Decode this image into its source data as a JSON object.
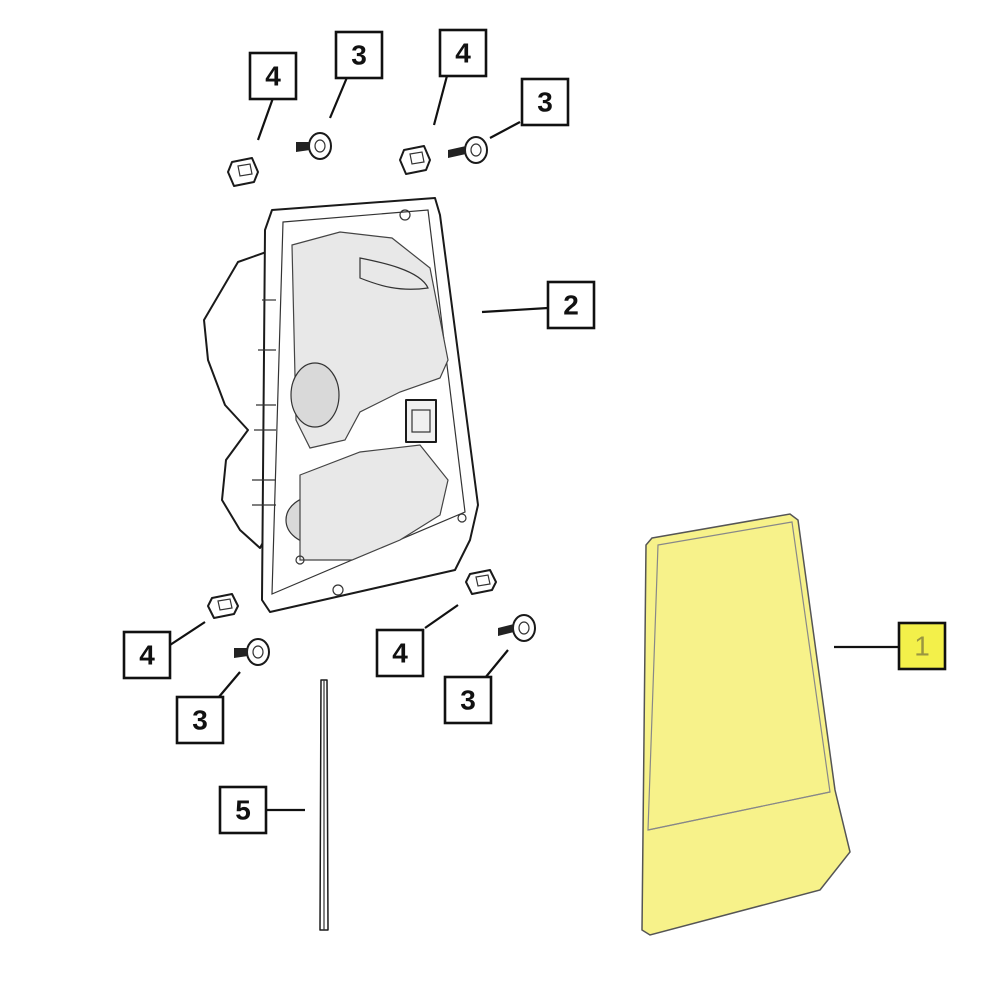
{
  "callouts": [
    {
      "id": "c4a",
      "label": "4"
    },
    {
      "id": "c3a",
      "label": "3"
    },
    {
      "id": "c4b",
      "label": "4"
    },
    {
      "id": "c3b",
      "label": "3"
    },
    {
      "id": "c2",
      "label": "2"
    },
    {
      "id": "c1",
      "label": "1"
    },
    {
      "id": "c4c",
      "label": "4"
    },
    {
      "id": "c4d",
      "label": "4"
    },
    {
      "id": "c3c",
      "label": "3"
    },
    {
      "id": "c3d",
      "label": "3"
    },
    {
      "id": "c5",
      "label": "5"
    }
  ],
  "colors": {
    "highlight": "#f3f04a",
    "glass": "#f7f28a",
    "line": "#111111"
  }
}
